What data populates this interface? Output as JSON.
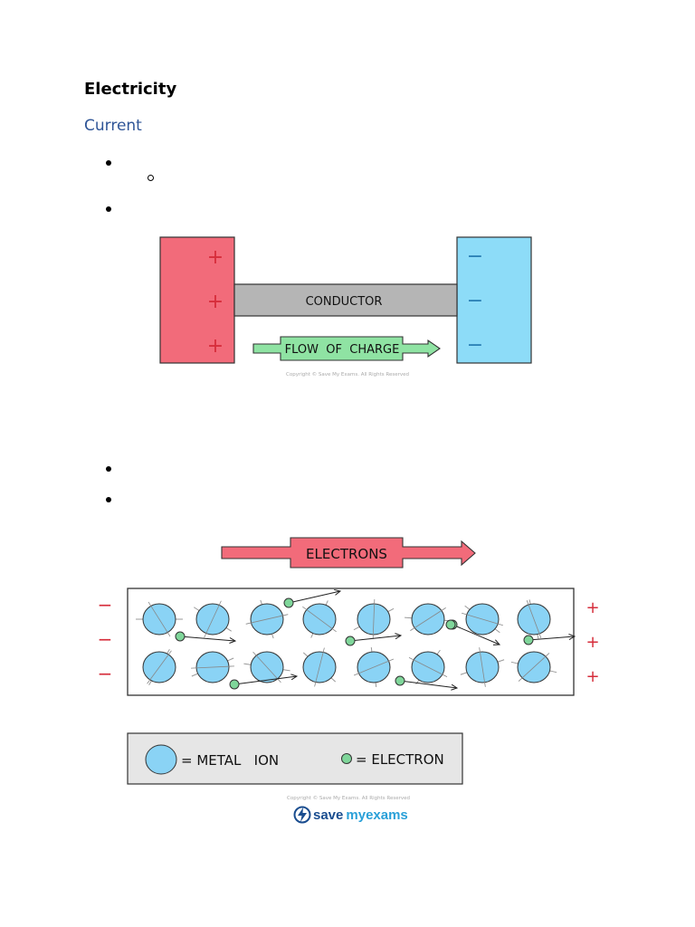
{
  "document": {
    "title": "Electricity",
    "subtitle": "Current"
  },
  "diagram1": {
    "conductor_label": "CONDUCTOR",
    "flow_label": "FLOW  OF  CHARGE",
    "plus": "+",
    "minus": "−",
    "copyright": "Copyright © Save My Exams. All Rights Reserved"
  },
  "diagram2": {
    "electrons_label": "ELECTRONS",
    "plus": "+",
    "minus": "−",
    "legend": {
      "ion_label": "= METAL   ION",
      "electron_label": "= ELECTRON"
    },
    "copyright": "Copyright © Save My Exams. All Rights Reserved"
  },
  "brand": {
    "logo_text_save": "save",
    "logo_text_my": "my",
    "logo_text_exams": "exams"
  },
  "colors": {
    "positive_plate": "#f26b7a",
    "negative_plate": "#8ddcf8",
    "conductor": "#b5b5b5",
    "flow_arrow": "#8fe3a3",
    "electron_arrow": "#f26b7a",
    "ion": "#8ad3f5",
    "electron": "#7fd69a",
    "heading_blue": "#2f5597",
    "sign_red": "#d62d3b"
  }
}
